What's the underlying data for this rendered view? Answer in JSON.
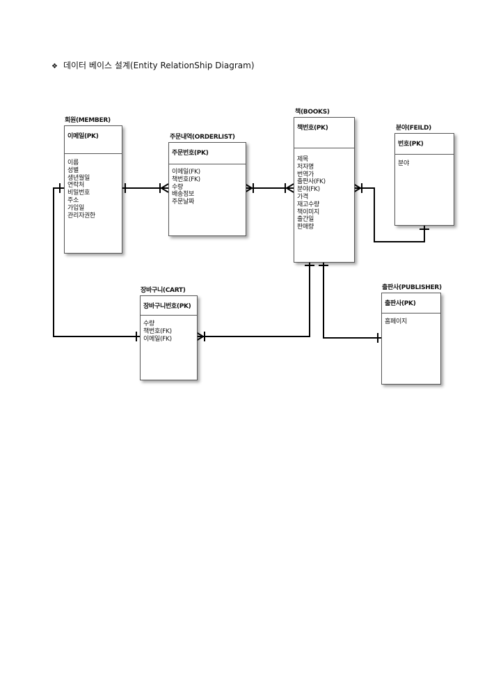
{
  "heading": {
    "bullet": "❖",
    "text": "데이터 베이스 설계(Entity RelationShip Diagram)"
  },
  "entities": {
    "member": {
      "title": "회원(MEMBER)",
      "pk": "이메일(PK)",
      "attrs": [
        "이름",
        "성별",
        "생년월일",
        "연락처",
        "비밀번호",
        "주소",
        "가입일",
        "관리자권한"
      ]
    },
    "orderlist": {
      "title": "주문내역(ORDERLIST)",
      "pk": "주문번호(PK)",
      "attrs": [
        "이메일(FK)",
        "책번호(FK)",
        "수량",
        "배송정보",
        "주문날짜"
      ]
    },
    "books": {
      "title": "책(BOOKS)",
      "pk": "책번호(PK)",
      "attrs": [
        "제목",
        "저자명",
        "번역가",
        "출판사(FK)",
        "분야(FK)",
        "가격",
        "재고수량",
        "책이미지",
        "출간일",
        "판매량"
      ]
    },
    "feild": {
      "title": "분야(FEILD)",
      "pk": "번호(PK)",
      "attrs": [
        "분야"
      ]
    },
    "cart": {
      "title": "장바구니(CART)",
      "pk": "장바구니번호(PK)",
      "attrs": [
        "수량",
        "책번호(FK)",
        "이메일(FK)"
      ]
    },
    "publisher": {
      "title": "출판사(PUBLISHER)",
      "pk": "출판사(PK)",
      "attrs": [
        "홈페이지"
      ]
    }
  },
  "relationships": [
    {
      "from": "member",
      "to": "orderlist",
      "from_end": "one",
      "to_end": "many"
    },
    {
      "from": "orderlist",
      "to": "books",
      "from_end": "many",
      "to_end": "many"
    },
    {
      "from": "books",
      "to": "feild",
      "from_end": "many",
      "to_end": "one"
    },
    {
      "from": "member",
      "to": "cart",
      "from_end": "one",
      "to_end": "one"
    },
    {
      "from": "books",
      "to": "cart",
      "from_end": "one",
      "to_end": "many"
    },
    {
      "from": "books",
      "to": "publisher",
      "from_end": "one",
      "to_end": "one"
    }
  ]
}
